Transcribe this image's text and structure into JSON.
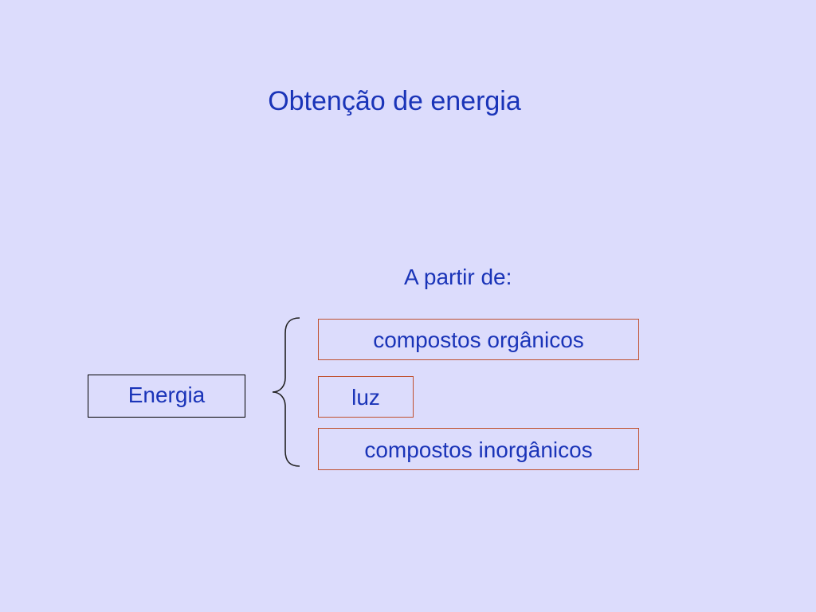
{
  "colors": {
    "background": "#dcdcfc",
    "text": "#1a34b8",
    "source_border": "#000000",
    "option_border": "#c0502e",
    "brace": "#222222"
  },
  "slide": {
    "title": "Obtenção de energia",
    "subtitle": "A partir de:",
    "source_label": "Energia",
    "options": [
      {
        "label": "compostos orgânicos"
      },
      {
        "label": "luz"
      },
      {
        "label": "compostos inorgânicos"
      }
    ]
  }
}
